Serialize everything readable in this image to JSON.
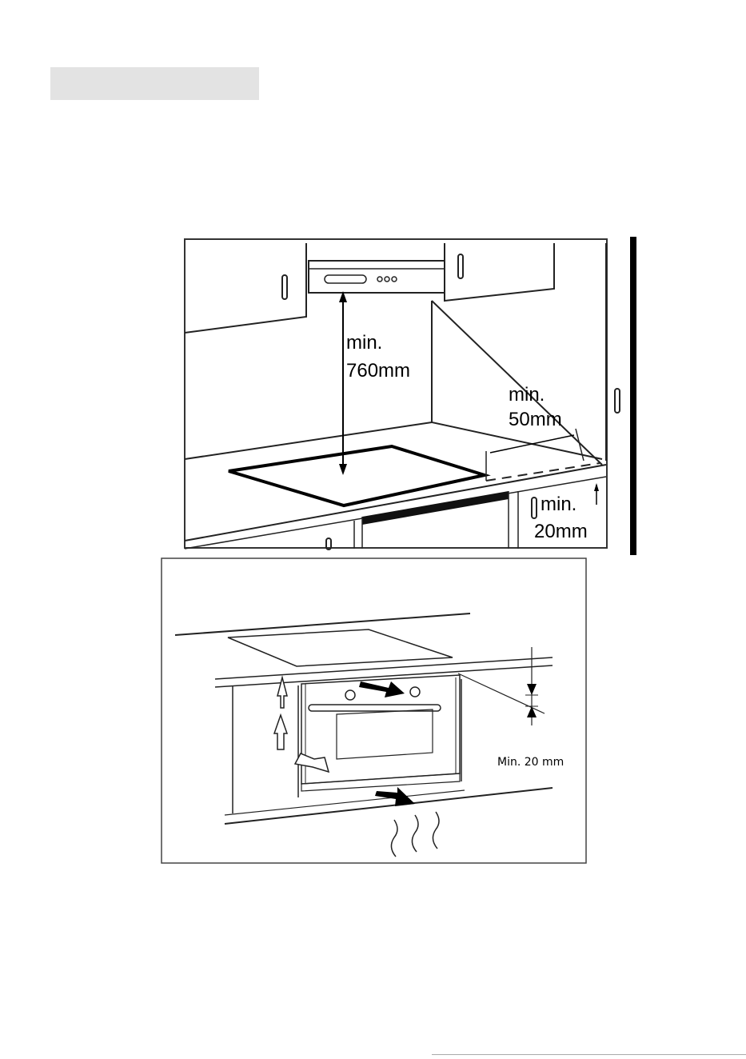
{
  "figure1": {
    "label_height_line1": "min.",
    "label_height_line2": "760mm",
    "label_side_line1": "min.",
    "label_side_line2": "50mm",
    "label_below_line1": "min.",
    "label_below_line2": "20mm"
  },
  "figure2": {
    "label_gap": "Min. 20 mm"
  }
}
